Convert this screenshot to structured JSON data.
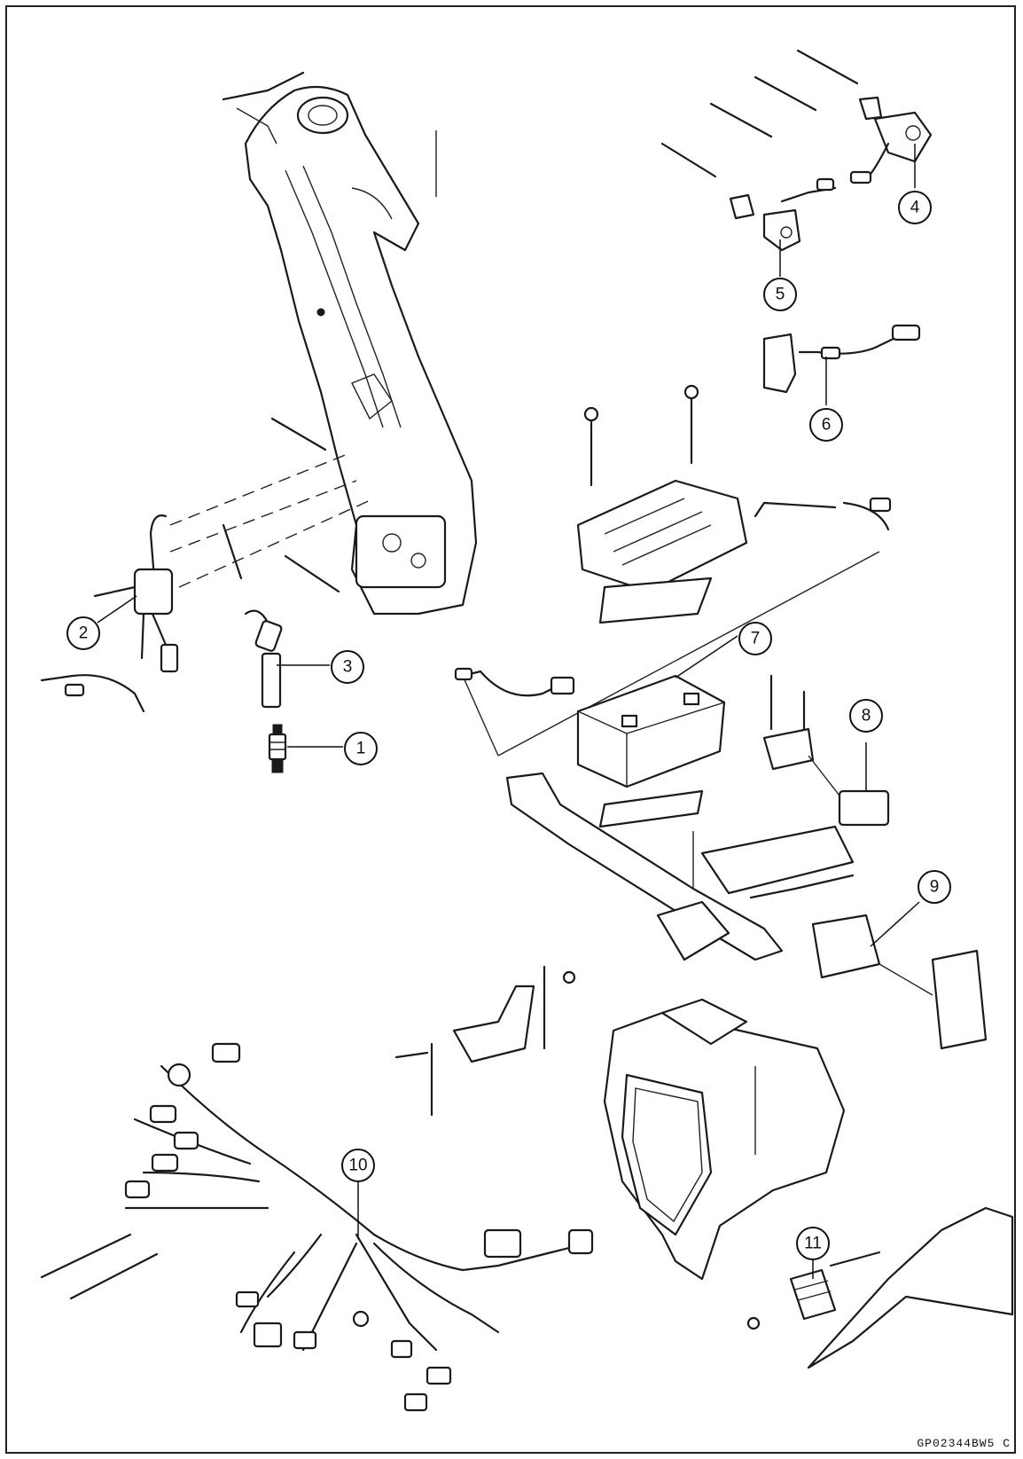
{
  "callouts": [
    {
      "id": "1",
      "label": "1"
    },
    {
      "id": "2",
      "label": "2"
    },
    {
      "id": "3",
      "label": "3"
    },
    {
      "id": "4",
      "label": "4"
    },
    {
      "id": "5",
      "label": "5"
    },
    {
      "id": "6",
      "label": "6"
    },
    {
      "id": "7",
      "label": "7"
    },
    {
      "id": "8",
      "label": "8"
    },
    {
      "id": "9",
      "label": "9"
    },
    {
      "id": "10",
      "label": "10"
    },
    {
      "id": "11",
      "label": "11"
    }
  ],
  "figure_code": "GP02344BW5 C"
}
